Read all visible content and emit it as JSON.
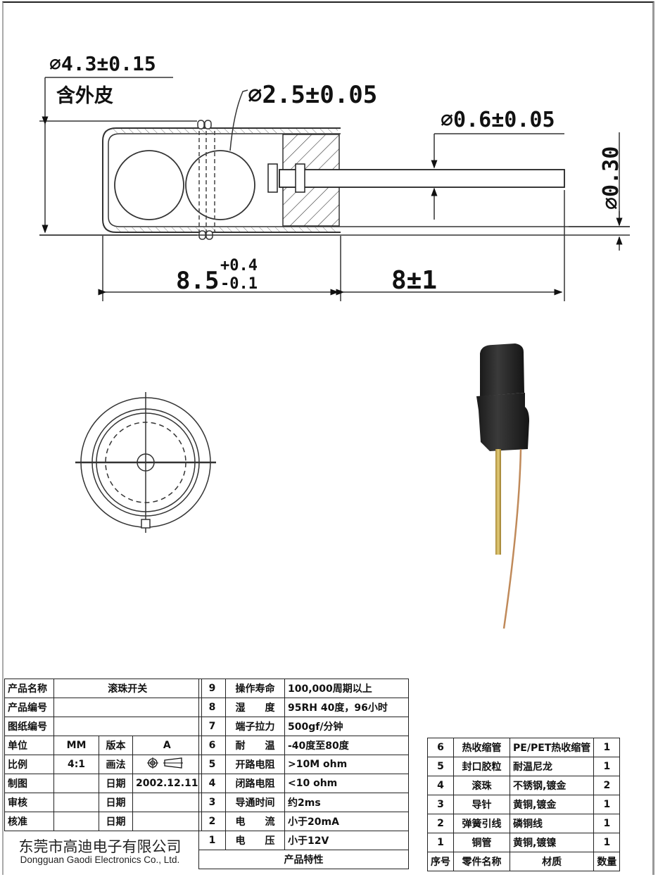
{
  "drawing": {
    "dimensions": {
      "outer_diameter": "⌀4.3±0.15",
      "outer_diameter_note": "含外皮",
      "ball_diameter": "⌀2.5±0.05",
      "pin_diameter": "⌀0.6±0.05",
      "wire_diameter": "⌀0.30",
      "body_length_base": "8.5",
      "body_length_upper_tol": "+0.4",
      "body_length_lower_tol": "-0.1",
      "lead_length": "8±1"
    }
  },
  "title_block": {
    "rows": [
      {
        "label": "产品名称",
        "value": "滚珠开关"
      },
      {
        "label": "产品编号",
        "value": ""
      },
      {
        "label": "图纸编号",
        "value": ""
      }
    ],
    "unit_label": "单位",
    "unit_value": "MM",
    "version_label": "版本",
    "version_value": "A",
    "scale_label": "比例",
    "scale_value": "4:1",
    "projection_label": "画法",
    "drawn_label": "制图",
    "drawn_value": "",
    "drawn_date_label": "日期",
    "drawn_date": "2002.12.11",
    "review_label": "审核",
    "review_value": "",
    "review_date_label": "日期",
    "review_date": "",
    "approve_label": "核准",
    "approve_value": "",
    "approve_date_label": "日期",
    "approve_date": "",
    "company_cn": "东莞市高迪电子有限公司",
    "company_en": "Dongguan Gaodi Electronics Co., Ltd."
  },
  "characteristics": {
    "header": "产品特性",
    "rows": [
      {
        "no": "9",
        "name": "操作寿命",
        "value": "100,000周期以上"
      },
      {
        "no": "8",
        "name": "湿　　度",
        "value": "95RH 40度，96小时"
      },
      {
        "no": "7",
        "name": "端子拉力",
        "value": "500gf/分钟"
      },
      {
        "no": "6",
        "name": "耐　　温",
        "value": "-40度至80度"
      },
      {
        "no": "5",
        "name": "开路电阻",
        "value": ">10M ohm"
      },
      {
        "no": "4",
        "name": "闭路电阻",
        "value": "<10 ohm"
      },
      {
        "no": "3",
        "name": "导通时间",
        "value": "约2ms"
      },
      {
        "no": "2",
        "name": "电　　流",
        "value": "小于20mA"
      },
      {
        "no": "1",
        "name": "电　　压",
        "value": "小于12V"
      }
    ]
  },
  "parts": {
    "headers": {
      "no": "序号",
      "name": "零件名称",
      "material": "材质",
      "qty": "数量"
    },
    "rows": [
      {
        "no": "6",
        "name": "热收缩管",
        "material": "PE/PET热收缩管",
        "qty": "1"
      },
      {
        "no": "5",
        "name": "封口胶粒",
        "material": "耐温尼龙",
        "qty": "1"
      },
      {
        "no": "4",
        "name": "滚珠",
        "material": "不锈钢,镀金",
        "qty": "2"
      },
      {
        "no": "3",
        "name": "导针",
        "material": "黄铜,镀金",
        "qty": "1"
      },
      {
        "no": "2",
        "name": "弹簧引线",
        "material": "磷铜线",
        "qty": "1"
      },
      {
        "no": "1",
        "name": "铜管",
        "material": "黄铜,镀镍",
        "qty": "1"
      }
    ]
  }
}
